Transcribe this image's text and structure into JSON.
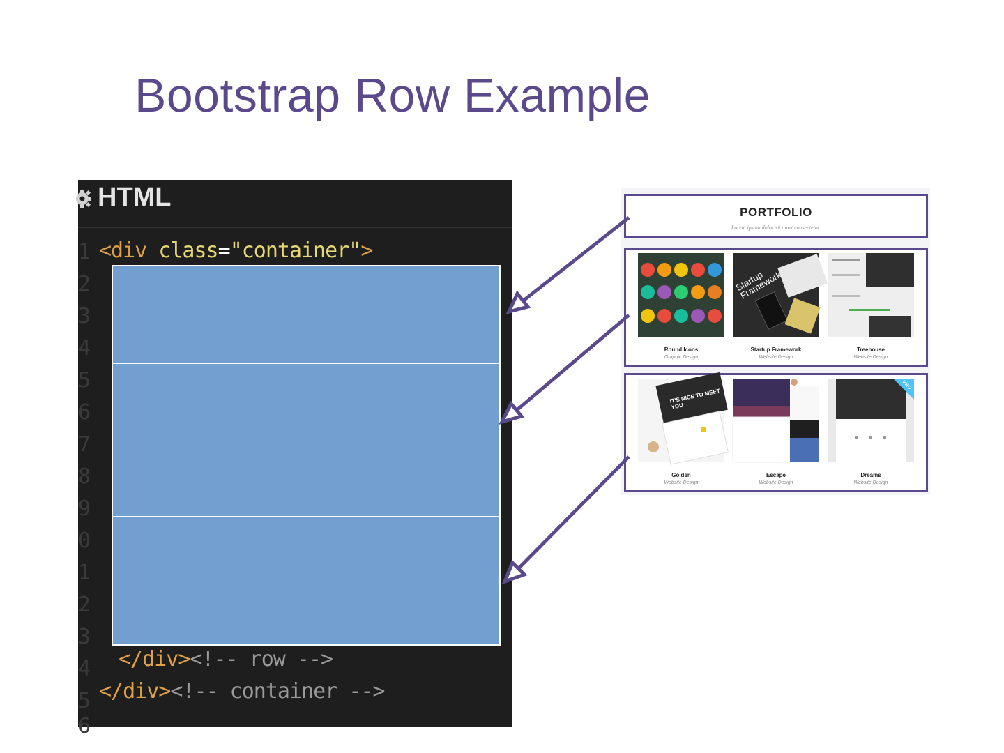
{
  "slide": {
    "title": "Bootstrap Row Example"
  },
  "editor": {
    "language_label": "HTML",
    "line_numbers": [
      "1",
      "2",
      "3",
      "4",
      "5",
      "6",
      "7",
      "8",
      "9",
      "0",
      "1",
      "2",
      "3",
      "4",
      "5",
      "6"
    ],
    "line1": {
      "open": "<div ",
      "attr": "class",
      "eq": "=",
      "value": "\"container\"",
      "close": ">"
    },
    "line14": {
      "tag": "</div>",
      "comment": "<!-- row -->"
    },
    "line15": {
      "tag": "</div>",
      "comment": "<!-- container -->"
    }
  },
  "portfolio": {
    "title": "PORTFOLIO",
    "subtitle": "Lorem ipsum dolor sit amet consectetur.",
    "row1": [
      {
        "name": "Round Icons",
        "category": "Graphic Design"
      },
      {
        "name": "Startup Framework",
        "category": "Website Design"
      },
      {
        "name": "Treehouse",
        "category": "Website Design"
      }
    ],
    "row2": [
      {
        "name": "Golden",
        "category": "Website Design"
      },
      {
        "name": "Escape",
        "category": "Website Design"
      },
      {
        "name": "Dreams",
        "category": "Website Design"
      }
    ],
    "thumb_text": {
      "startup": "Startup Framework",
      "golden_banner": "IT'S NICE TO MEET YOU",
      "pro_badge": "PRO"
    }
  },
  "colors": {
    "accent": "#5b4a8b",
    "row_fill": "#729fcf",
    "editor_bg": "#1e1e1e"
  }
}
